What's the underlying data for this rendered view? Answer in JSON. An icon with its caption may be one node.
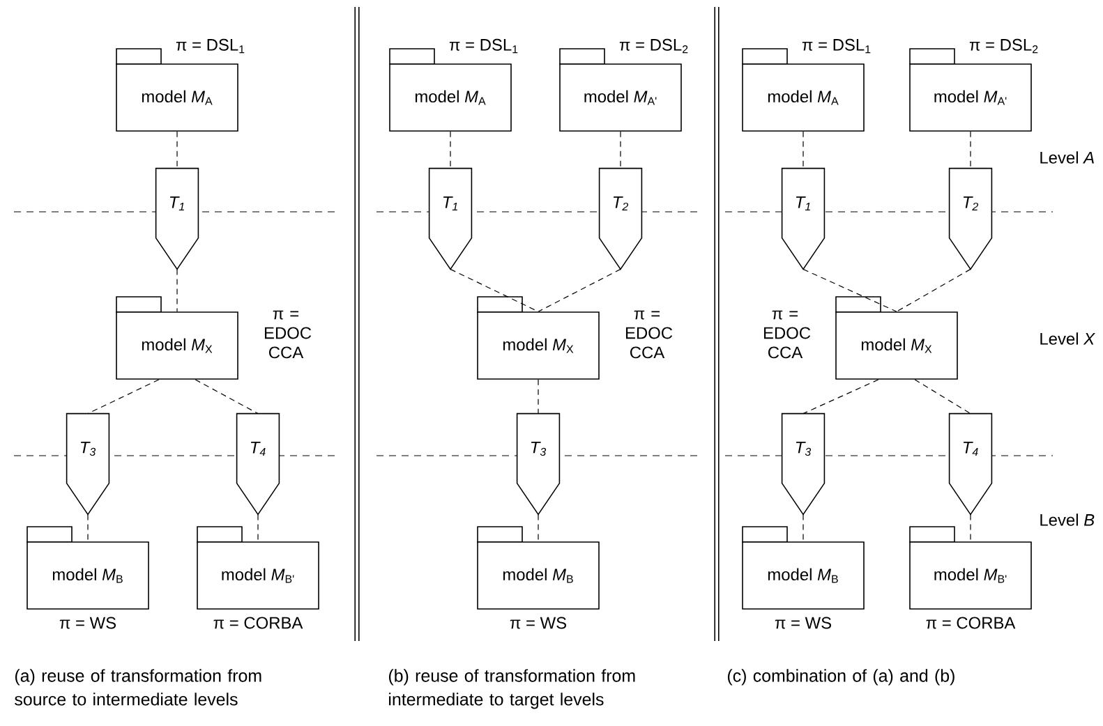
{
  "diagram": {
    "nodes": [
      {
        "text": [
          "model *M*$_{A}$"
        ],
        "beside": [
          "π = DSL$_{1}$"
        ]
      },
      {
        "text": [
          "T$_{1}$"
        ]
      },
      {
        "text": [
          "model *M*$_{X}$"
        ],
        "beside": [
          "π = EDOC CCA"
        ]
      },
      {
        "text": [
          "T$_{3}$"
        ]
      },
      {
        "text": [
          "T$_{4}$"
        ]
      },
      {
        "text": [
          "model *M*$_{B}$"
        ],
        "beside": [
          "π = WS"
        ]
      },
      {
        "text": [
          "model *M*$_{B'}$"
        ],
        "beside": [
          "π = CORBA"
        ]
      },
      {
        "text": [
          "model *M*$_{A}$"
        ],
        "beside": [
          "π = DSL$_{1}$"
        ]
      },
      {
        "text": [
          "model *M*$_{A'}$"
        ],
        "beside": [
          "π = DSL$_{2}$"
        ]
      },
      {
        "text": [
          "T$_{1}$"
        ]
      },
      {
        "text": [
          "T$_{2}$"
        ]
      },
      {
        "text": [
          "model *M*$_{X}$"
        ],
        "beside": [
          "π = EDOC CCA"
        ]
      },
      {
        "text": [
          "T$_{3}$"
        ]
      },
      {
        "text": [
          "model *M*$_{B}$"
        ],
        "beside": [
          "π = WS"
        ]
      },
      {
        "text": [
          "model *M*$_{A}$"
        ],
        "beside": [
          "π = DSL$_{1}$"
        ]
      },
      {
        "text": [
          "model *M*$_{A'}$"
        ],
        "beside": [
          "π = DSL$_{2}$"
        ]
      },
      {
        "text": [
          "T$_{1}$"
        ]
      },
      {
        "text": [
          "T$_{2}$"
        ]
      },
      {
        "text": [
          "model *M*$_{X}$"
        ],
        "beside": [
          "π = EDOC CCA"
        ]
      },
      {
        "text": [
          "T$_{3}$"
        ]
      },
      {
        "text": [
          "T$_{4}$"
        ]
      },
      {
        "text": [
          "model *M*$_{B}$"
        ],
        "beside": [
          "π = WS"
        ]
      },
      {
        "text": [
          "model *M*$_{B'}$"
        ],
        "beside": [
          "π = CORBA"
        ]
      }
    ],
    "edges": [
      {
        "from": 0,
        "to": 1,
        "arrow": "none",
        "style": "dashed"
      },
      {
        "from": 1,
        "to": 2,
        "arrow": "none",
        "style": "dashed"
      },
      {
        "from": 2,
        "to": 3,
        "arrow": "none",
        "style": "dashed"
      },
      {
        "from": 2,
        "to": 4,
        "arrow": "none",
        "style": "dashed"
      },
      {
        "from": 3,
        "to": 5,
        "arrow": "none",
        "style": "dashed"
      },
      {
        "from": 4,
        "to": 6,
        "arrow": "none",
        "style": "dashed"
      },
      {
        "from": 7,
        "to": 9,
        "arrow": "none",
        "style": "dashed"
      },
      {
        "from": 8,
        "to": 10,
        "arrow": "none",
        "style": "dashed"
      },
      {
        "from": 9,
        "to": 11,
        "arrow": "none",
        "style": "dashed"
      },
      {
        "from": 10,
        "to": 11,
        "arrow": "none",
        "style": "dashed"
      },
      {
        "from": 11,
        "to": 12,
        "arrow": "none",
        "style": "dashed"
      },
      {
        "from": 12,
        "to": 13,
        "arrow": "none",
        "style": "dashed"
      },
      {
        "from": 14,
        "to": 16,
        "arrow": "none",
        "style": "dashed"
      },
      {
        "from": 15,
        "to": 17,
        "arrow": "none",
        "style": "dashed"
      },
      {
        "from": 16,
        "to": 18,
        "arrow": "none",
        "style": "dashed"
      },
      {
        "from": 17,
        "to": 18,
        "arrow": "none",
        "style": "dashed"
      },
      {
        "from": 18,
        "to": 19,
        "arrow": "none",
        "style": "dashed"
      },
      {
        "from": 18,
        "to": 20,
        "arrow": "none",
        "style": "dashed"
      },
      {
        "from": 19,
        "to": 21,
        "arrow": "none",
        "style": "dashed"
      },
      {
        "from": 20,
        "to": 22,
        "arrow": "none",
        "style": "dashed"
      }
    ],
    "labels": [
      "Level *A*",
      "Level *X*",
      "Level *B*",
      "(a) reuse of transformation from source to intermediate levels",
      "(b) reuse of transformation from intermediate to target levels",
      "(c) combination of (a) and (b)"
    ]
  }
}
